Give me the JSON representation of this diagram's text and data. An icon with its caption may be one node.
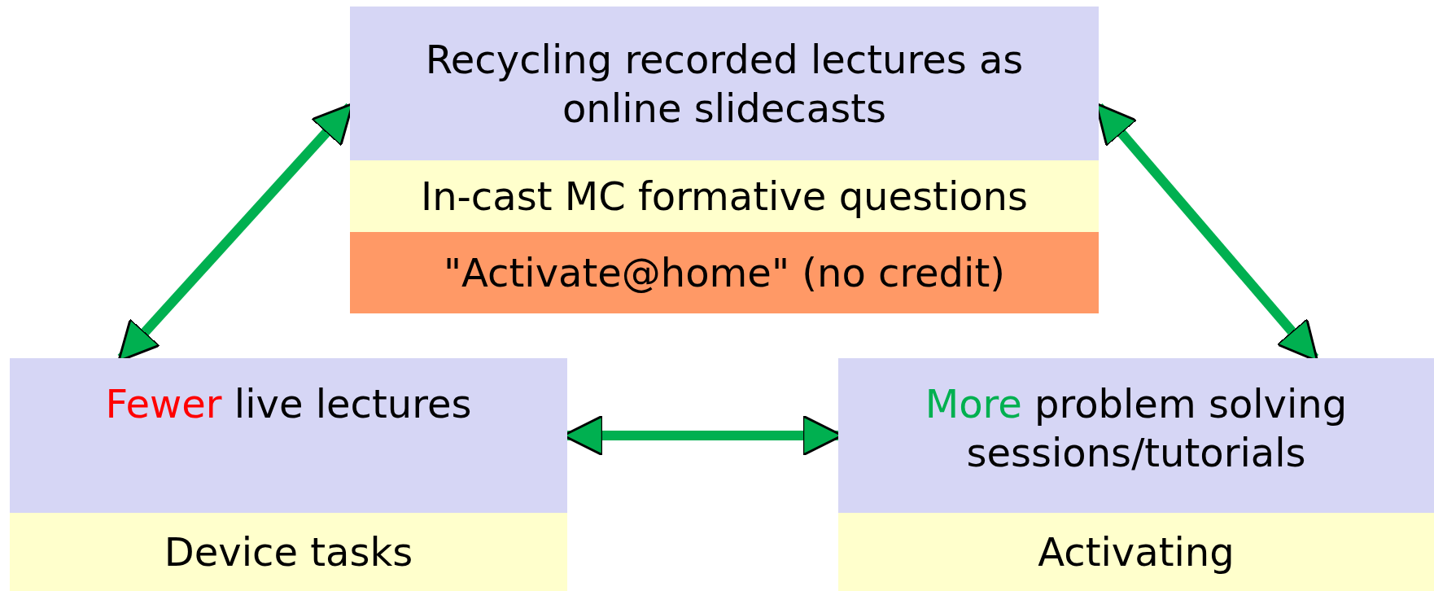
{
  "diagram": {
    "nodes": [
      {
        "text": [
          "Recycling recorded lectures as online slidecasts"
        ]
      },
      {
        "text": [
          "In-cast MC formative questions"
        ]
      },
      {
        "text": [
          "\"Activate@home\" (no credit)"
        ]
      },
      {
        "text": [
          "Fewer live lectures"
        ]
      },
      {
        "text": [
          "Device tasks"
        ]
      },
      {
        "text": [
          "More problem solving sessions/tutorials"
        ]
      },
      {
        "text": [
          "Activating"
        ]
      }
    ],
    "edges": [
      {
        "from": 0,
        "to": 3,
        "arrow": "both"
      },
      {
        "from": 0,
        "to": 5,
        "arrow": "both"
      },
      {
        "from": 3,
        "to": 5,
        "arrow": "both"
      }
    ]
  }
}
